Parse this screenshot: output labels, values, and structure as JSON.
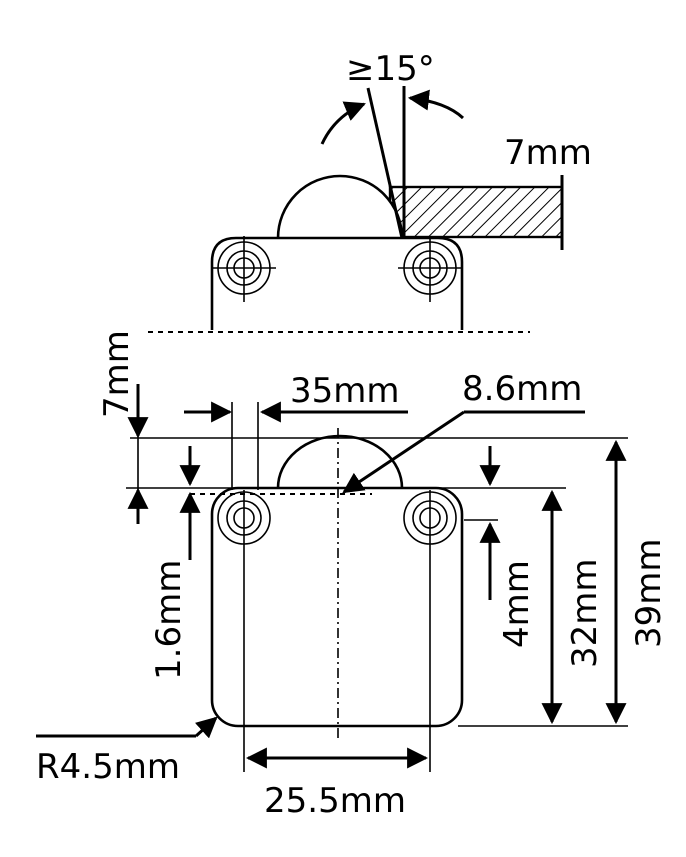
{
  "labels": {
    "angle": "≥15°",
    "side_height": "7mm",
    "top_offset": "7mm",
    "hole_spacing": "35mm",
    "hole_dia": "8.6mm",
    "hole_offset": "1.6mm",
    "hole_to_edge": "4mm",
    "body_height": "32mm",
    "total_height": "39mm",
    "corner_radius": "R4.5mm",
    "body_width": "25.5mm"
  }
}
